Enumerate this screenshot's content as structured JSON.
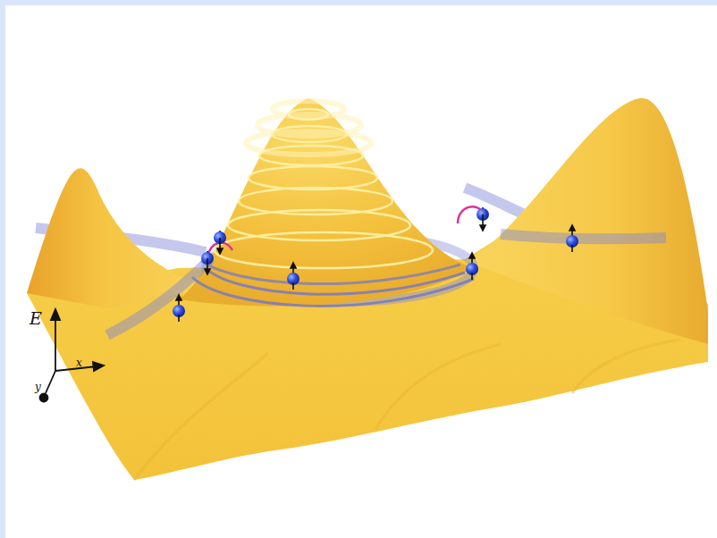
{
  "diagram": {
    "labels": [
      "E",
      "x",
      "y"
    ]
  }
}
